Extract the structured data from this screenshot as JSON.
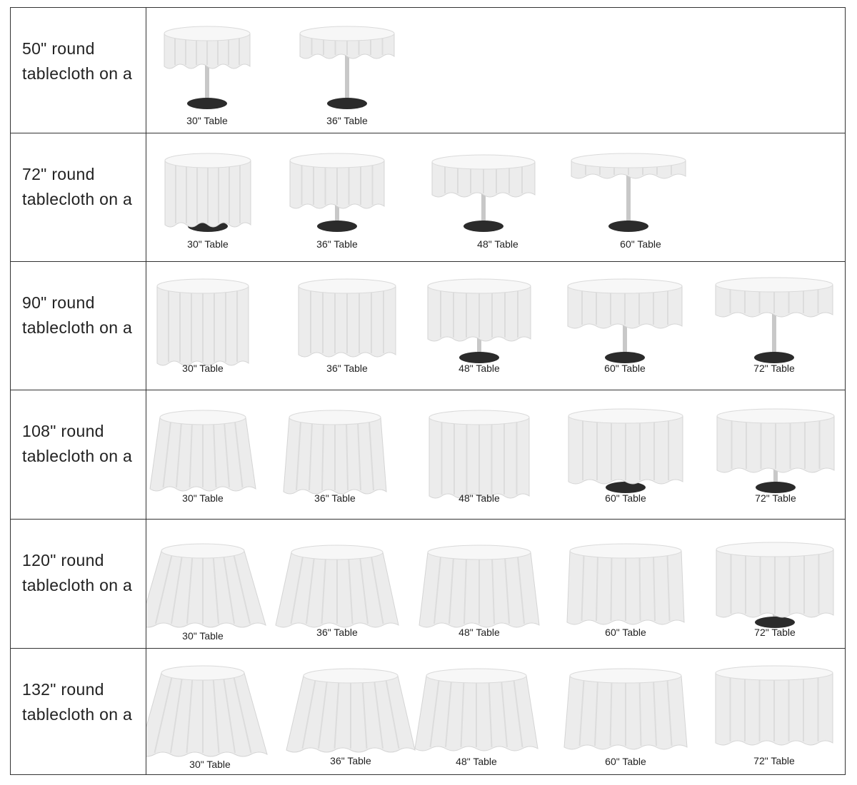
{
  "rows": [
    {
      "title": "50\" round tablecloth on a",
      "tables": [
        "30\" Table",
        "36\" Table"
      ]
    },
    {
      "title": "72\" round tablecloth on a",
      "tables": [
        "30\" Table",
        "36\" Table",
        "48\" Table",
        "60\" Table"
      ]
    },
    {
      "title": "90\" round tablecloth on a",
      "tables": [
        "30\" Table",
        "36\" Table",
        "48\" Table",
        "60\" Table",
        "72\" Table"
      ]
    },
    {
      "title": "108\" round tablecloth on a",
      "tables": [
        "30\" Table",
        "36\" Table",
        "48\" Table",
        "60\" Table",
        "72\" Table"
      ]
    },
    {
      "title": "120\" round tablecloth on a",
      "tables": [
        "30\" Table",
        "36\" Table",
        "48\" Table",
        "60\" Table",
        "72\" Table"
      ]
    },
    {
      "title": "132\" round tablecloth on a",
      "tables": [
        "30\" Table",
        "36\" Table",
        "48\" Table",
        "60\" Table",
        "72\" Table"
      ]
    }
  ],
  "colors": {
    "cloth": "#ececec",
    "cloth_top": "#f7f7f7",
    "base": "#2b2b2b",
    "pole": "#c8c8c8",
    "border": "#333333"
  }
}
